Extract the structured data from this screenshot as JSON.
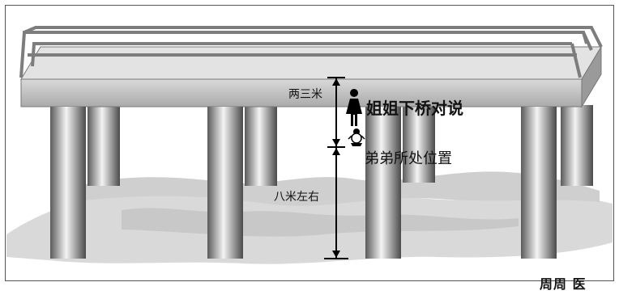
{
  "labels": {
    "height_upper": "两三米",
    "sister_text": "姐姐下桥对说",
    "brother_text": "弟弟所处位置",
    "height_lower": "八米左右",
    "signature": "周周 医"
  },
  "icons": {
    "sister": "woman-standing-icon",
    "brother": "baby-sitting-icon"
  },
  "colors": {
    "ground": "#d6d6d6",
    "deck": "#bdbdbd",
    "rail": "#8a8a8a",
    "pillar_dark": "#5a5a5a",
    "pillar_light": "#f2f2f2"
  }
}
